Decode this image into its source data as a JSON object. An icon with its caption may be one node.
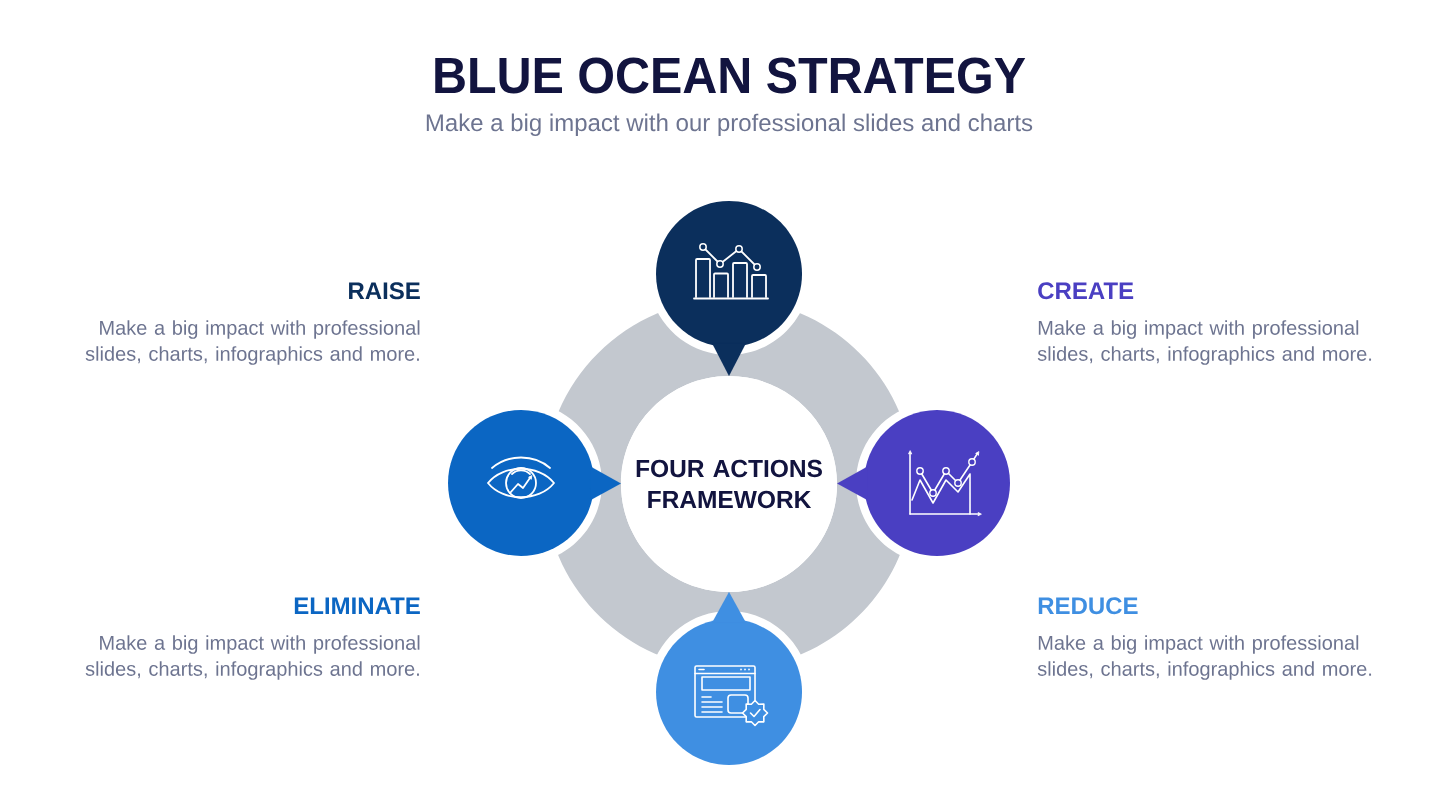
{
  "diagram": {
    "title": "BLUE OCEAN STRATEGY",
    "nodes": [
      {
        "text": [],
        "shape": "circle"
      },
      {
        "text": [],
        "shape": "circle"
      },
      {
        "text": [
          "FOUR ACTIONS FRAMEWORK"
        ]
      },
      {
        "text": [],
        "shape": "circle"
      },
      {
        "text": [],
        "shape": "circle"
      }
    ],
    "edges": [
      {
        "from": 0,
        "to": 2,
        "arrow": "to",
        "color": "#0b2f5c"
      },
      {
        "from": 1,
        "to": 2,
        "arrow": "to",
        "color": "#0b66c3"
      },
      {
        "from": 3,
        "to": 2,
        "arrow": "to",
        "color": "#4a3fc2"
      },
      {
        "from": 4,
        "to": 2,
        "arrow": "to",
        "color": "#3f8fe2"
      }
    ],
    "labels": [
      "Make a big impact with our professional slides and charts",
      "RAISE",
      "Make a big impact with professional slides, charts, infographics and more.",
      "CREATE",
      "Make a big impact with professional slides, charts, infographics and more.",
      "ELIMINATE",
      "Make a big impact with professional slides, charts, infographics and more.",
      "REDUCE",
      "Make a big impact with professional slides, charts, infographics and more."
    ]
  }
}
